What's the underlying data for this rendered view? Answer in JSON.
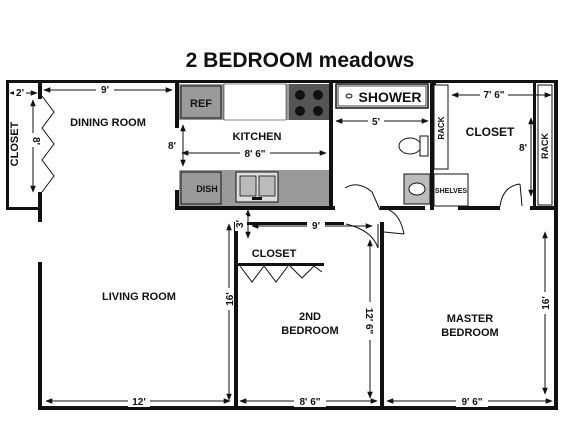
{
  "title": "2 BEDROOM meadows",
  "rooms": {
    "dining_room": "DINING ROOM",
    "kitchen": "KITCHEN",
    "living_room": "LIVING ROOM",
    "second_bedroom_line1": "2ND",
    "second_bedroom_line2": "BEDROOM",
    "master_bedroom_line1": "MASTER",
    "master_bedroom_line2": "BEDROOM",
    "closet_left": "CLOSET",
    "closet_right": "CLOSET",
    "closet_hall": "CLOSET"
  },
  "fixtures": {
    "ref": "REF",
    "dish": "DISH",
    "shower": "SHOWER",
    "shelves": "SHELVES",
    "rack_left": "RACK",
    "rack_right": "RACK"
  },
  "dimensions": {
    "closet_width": "2'",
    "closet_height": "8'",
    "dining_width": "9'",
    "kitchen_height": "8'",
    "kitchen_width": "8' 6\"",
    "shower_width": "5'",
    "right_closet_width": "7' 6\"",
    "right_closet_height": "8'",
    "hall_width": "9'",
    "hall_depth": "3'",
    "living_height": "16'",
    "living_width": "12'",
    "second_bed_height": "12' 6\"",
    "second_bed_width": "8' 6\"",
    "master_height": "16'",
    "master_width": "9' 6\""
  }
}
